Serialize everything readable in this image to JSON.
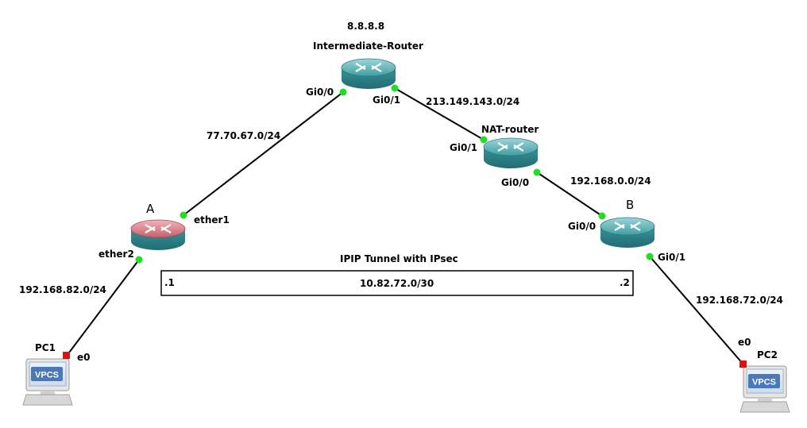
{
  "colors": {
    "link": "#000000",
    "port_up": "#22dd22",
    "port_down": "#e01010",
    "router_teal": "#3a9aa0",
    "router_red": "#c8646e",
    "vpcs_blue": "#4a78b8"
  },
  "nodes": {
    "internet_ip": "8.8.8.8",
    "intermediate_router": "Intermediate-Router",
    "nat_router": "NAT-router",
    "router_a": "A",
    "router_b": "B",
    "pc1": "PC1",
    "pc2": "PC2",
    "vpcs_badge": "VPCS"
  },
  "ports": {
    "ir_gi00": "Gi0/0",
    "ir_gi01": "Gi0/1",
    "nat_gi01": "Gi0/1",
    "nat_gi00": "Gi0/0",
    "b_gi00": "Gi0/0",
    "b_gi01": "Gi0/1",
    "a_ether1": "ether1",
    "a_ether2": "ether2",
    "pc1_e0": "e0",
    "pc2_e0": "e0"
  },
  "networks": {
    "wan_a": "77.70.67.0/24",
    "wan_nat": "213.149.143.0/24",
    "lan_nat_b": "192.168.0.0/24",
    "lan_a": "192.168.82.0/24",
    "lan_b": "192.168.72.0/24"
  },
  "tunnel": {
    "title": "IPIP Tunnel with IPsec",
    "subnet": "10.82.72.0/30",
    "left_host": ".1",
    "right_host": ".2"
  }
}
